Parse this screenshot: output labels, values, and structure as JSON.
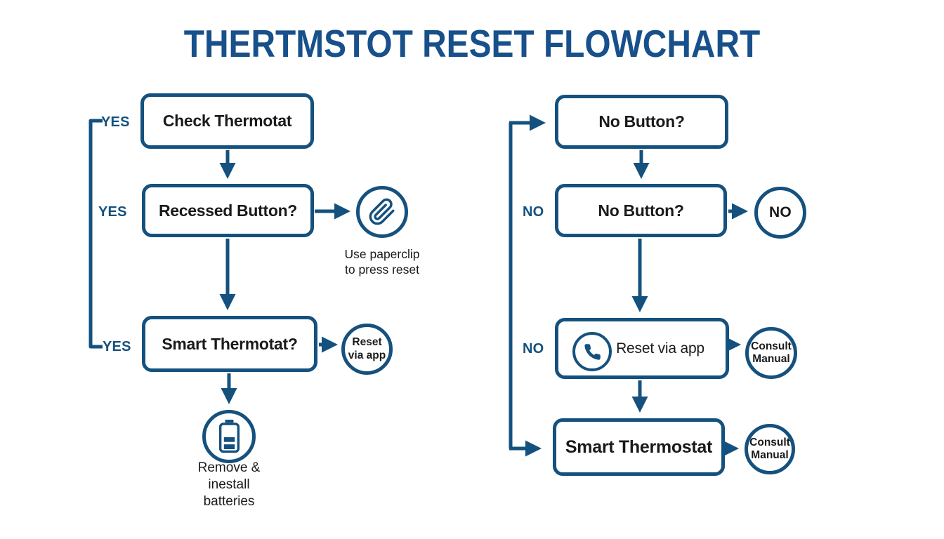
{
  "title": "THERTMSTOT RESET FLOWCHART",
  "colors": {
    "primary": "#15517E",
    "title": "#17508A",
    "text": "#1A1A1A",
    "background": "#FFFFFF"
  },
  "icons": {
    "paperclip": "paperclip-icon",
    "battery": "battery-icon",
    "phone": "phone-icon"
  },
  "left": {
    "labels": {
      "top": "YES",
      "middle": "YES",
      "bottom": "YES"
    },
    "nodes": {
      "check": "Check Thermotat",
      "recessed": "Recessed Button?",
      "smart": "Smart Thermotat?"
    },
    "paperclip_caption": {
      "line1": "Use paperclip",
      "line2": "to press reset"
    },
    "reset_circle": {
      "line1": "Reset",
      "line2": "via app"
    },
    "battery_caption": {
      "line1": "Remove &",
      "line2": "inestall",
      "line3": "batteries"
    }
  },
  "right": {
    "labels": {
      "middle": "NO",
      "lower": "NO"
    },
    "nodes": {
      "top": "No Button?",
      "second": "No Button?",
      "reset": "Reset via app",
      "smart": "Smart Thermostat"
    },
    "no_circle": "NO",
    "consult_circle_upper": {
      "line1": "Consult",
      "line2": "Manual"
    },
    "consult_circle_lower": {
      "line1": "Consult",
      "line2": "Manual"
    }
  }
}
